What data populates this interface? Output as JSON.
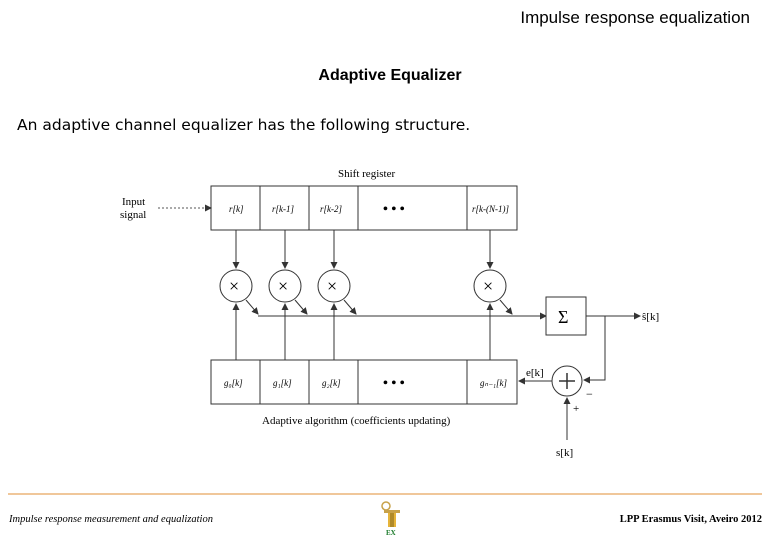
{
  "slide": {
    "title": "Impulse response equalization",
    "subtitle": "Adaptive Equalizer",
    "intro": "An adaptive channel equalizer has the following structure."
  },
  "diagram": {
    "shift_register_label": "Shift register",
    "input_label_line1": "Input",
    "input_label_line2": "signal",
    "register_cells": [
      "r[k]",
      "r[k-1]",
      "r[k-2]",
      "•  •  •",
      "r[k-(N-1)]"
    ],
    "coeff_cells": [
      "g₀[k]",
      "g₁[k]",
      "g₂[k]",
      "•  •  •",
      "gₙ₋₁[k]"
    ],
    "multiplier_symbol": "×",
    "sum_symbol": "Σ",
    "output_label": "ŝ[k]",
    "error_label": "e[k]",
    "error_minus": "−",
    "error_plus": "+",
    "desired_label": "s[k]",
    "algorithm_label": "Adaptive algorithm (coefficients updating)"
  },
  "footer": {
    "left": "Impulse response measurement and equalization",
    "right": "LPP Erasmus Visit, Aveiro 2012",
    "logo_text": "EX"
  }
}
